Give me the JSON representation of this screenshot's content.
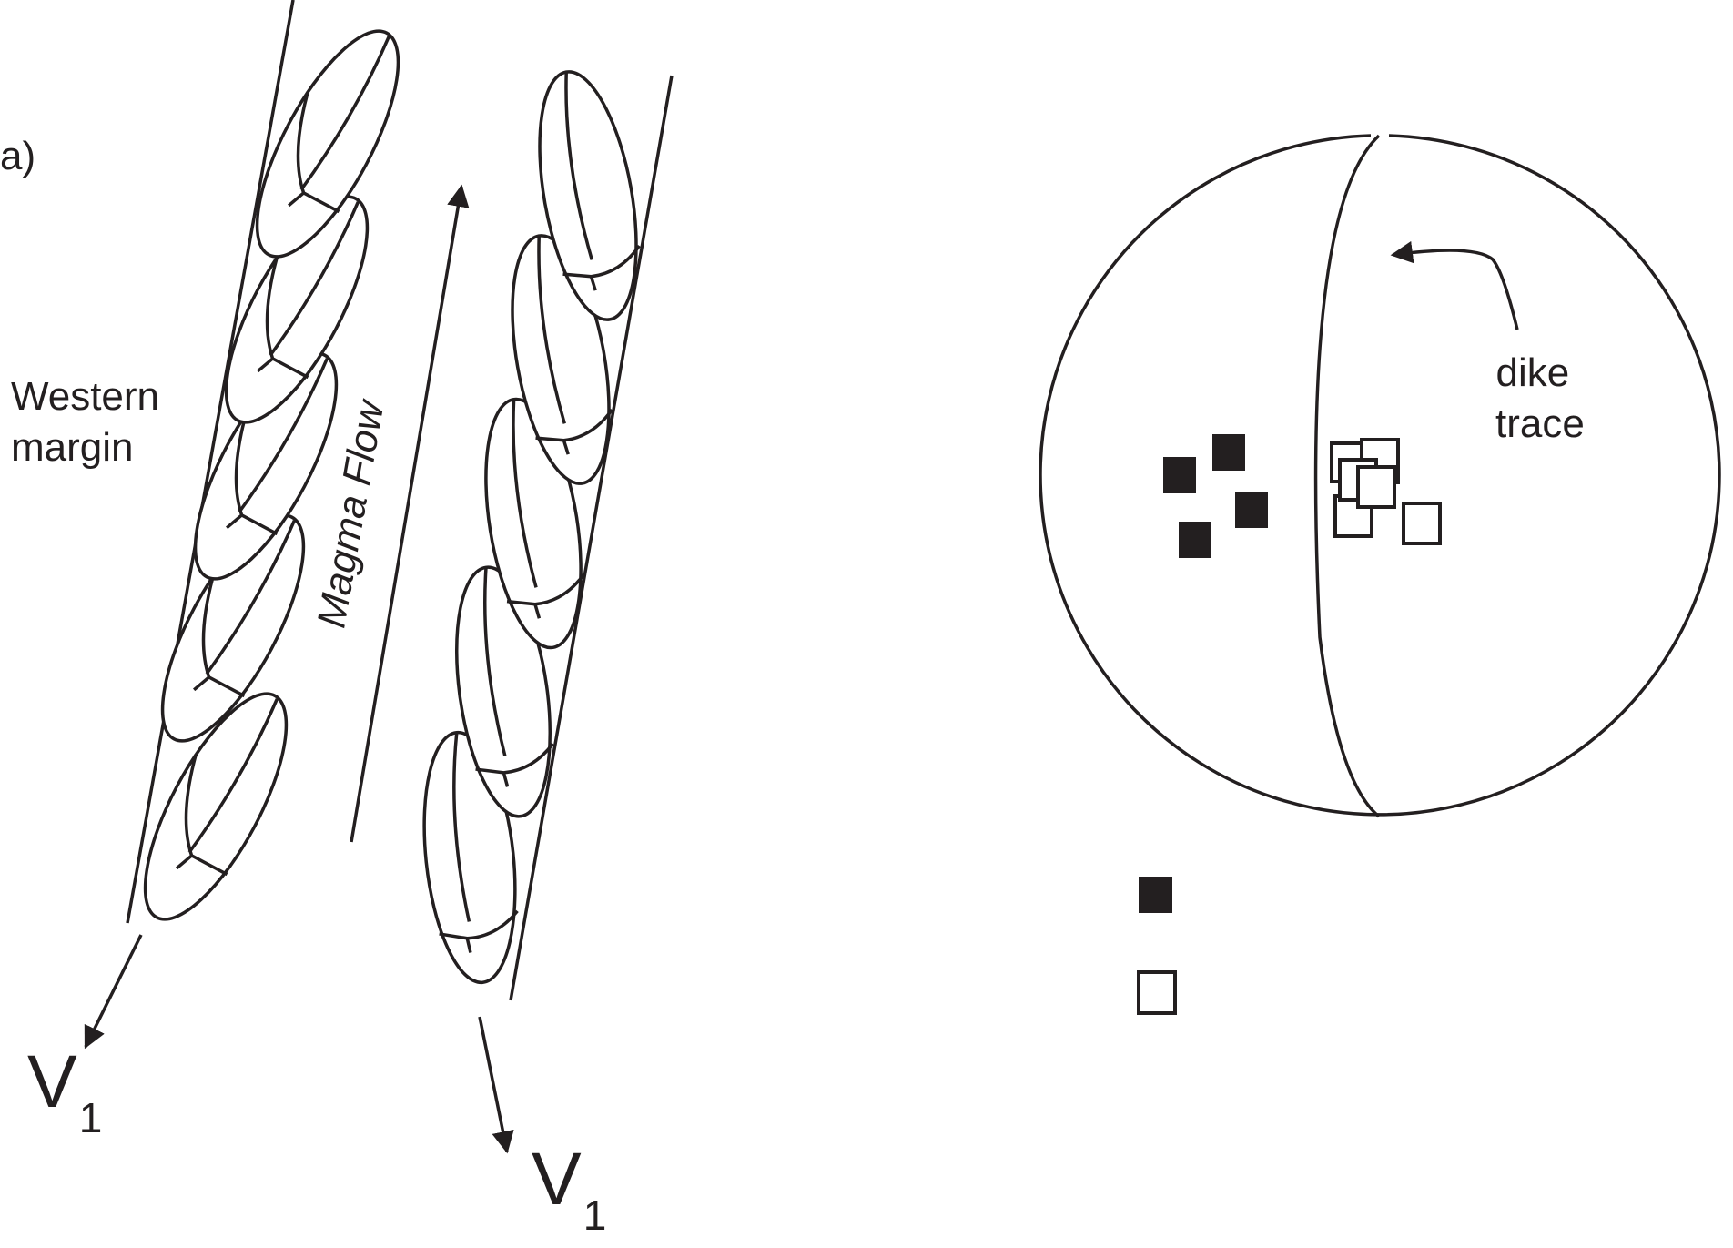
{
  "figure": {
    "panel_label": "a)",
    "left_diagram": {
      "margin_label_line1": "Western",
      "margin_label_line2": "margin",
      "flow_label": "Magma Flow",
      "vector_labels": [
        {
          "main": "V",
          "subscript": "1"
        },
        {
          "main": "V",
          "subscript": "1"
        }
      ]
    },
    "stereonet": {
      "annotation_line1": "dike",
      "annotation_line2": "trace",
      "filled_symbol": "filled-square",
      "open_symbol": "open-square"
    },
    "legend": {
      "items": [
        {
          "symbol": "filled-square",
          "label": ""
        },
        {
          "symbol": "open-square",
          "label": ""
        }
      ]
    },
    "colors": {
      "ink": "#231f20",
      "background": "#ffffff"
    }
  }
}
